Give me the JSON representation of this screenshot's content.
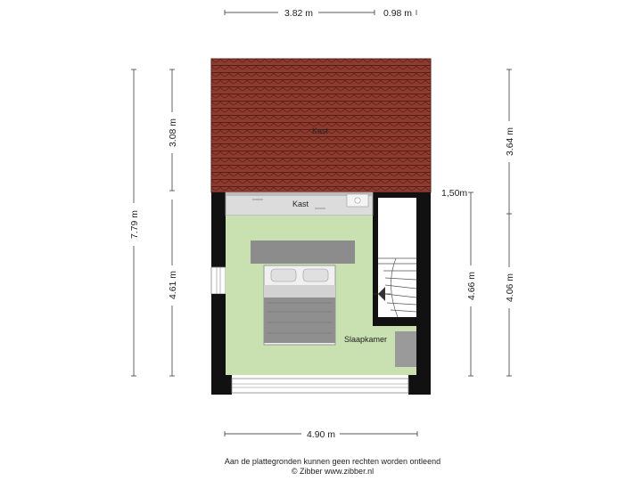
{
  "dimensions": {
    "top_left": "3.82 m",
    "top_right": "0.98 m",
    "bottom": "4.90 m",
    "left_outer": "7.79 m",
    "left_upper": "3.08 m",
    "left_lower": "4.61 m",
    "right_outer_upper": "3.64 m",
    "right_outer_lower": "4.06 m",
    "right_inner": "4.66 m",
    "height_note": "1,50m"
  },
  "rooms": {
    "roof_kast": "Kast",
    "kast": "Kast",
    "bedroom": "Slaapkamer"
  },
  "footer": {
    "line1": "Aan de plattegronden kunnen geen rechten worden ontleend",
    "line2": "© Zibber www.zibber.nl"
  },
  "colors": {
    "roof_tile": "#8b3a2e",
    "floor_bedroom": "#c8e0b0",
    "wall": "#111111",
    "kast": "#d9d9d9"
  }
}
